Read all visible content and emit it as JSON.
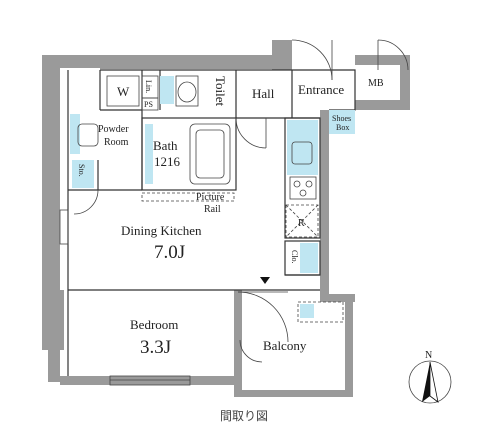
{
  "rooms": {
    "entrance": "Entrance",
    "mb": "MB",
    "shoes_box_line1": "Shoes",
    "shoes_box_line2": "Box",
    "hall": "Hall",
    "toilet": "Toilet",
    "washer": "W",
    "linen": "Lin.",
    "ps": "PS",
    "powder_room_line1": "Powder",
    "powder_room_line2": "Room",
    "bath_line1": "Bath",
    "bath_line2": "1216",
    "storage_left": "Sto.",
    "picture_rail_line1": "Picture",
    "picture_rail_line2": "Rail",
    "dining_kitchen": "Dining Kitchen",
    "dining_kitchen_size": "7.0J",
    "refrigerator": "R",
    "closet": "Clo.",
    "bedroom": "Bedroom",
    "bedroom_size": "3.3J",
    "balcony": "Balcony"
  },
  "compass_label": "N",
  "caption": "間取り図",
  "colors": {
    "wall": "#9a9a9a",
    "water": "#bfe6f2",
    "line": "#333333"
  }
}
